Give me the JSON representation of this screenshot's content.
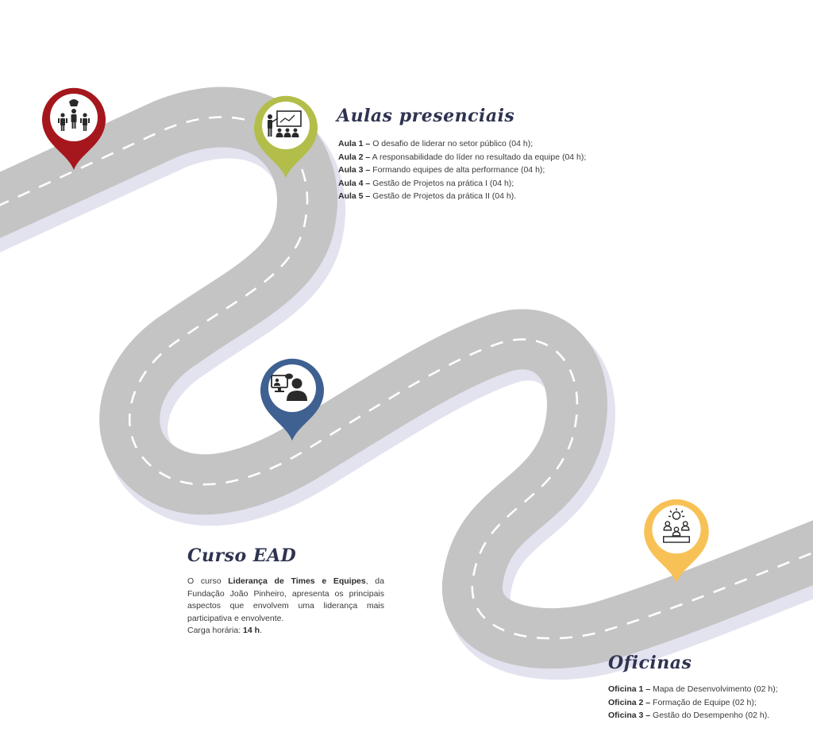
{
  "aulas": {
    "title": "Aulas presenciais",
    "items": [
      {
        "label": "Aula 1 –",
        "text": " O desafio de liderar no setor público (04 h);"
      },
      {
        "label": "Aula 2 –",
        "text": " A responsabilidade do líder no resultado da equipe (04 h);"
      },
      {
        "label": "Aula 3 –",
        "text": " Formando equipes de alta performance (04 h);"
      },
      {
        "label": "Aula 4 –",
        "text": " Gestão de Projetos na prática I (04 h);"
      },
      {
        "label": "Aula 5 –",
        "text": " Gestão de Projetos da prática II (04 h)."
      }
    ]
  },
  "ead": {
    "title": "Curso EAD",
    "p1": "O curso ",
    "course": "Liderança de Times e Equipes",
    "p2": ", da Fundação João Pinheiro, apresenta os principais aspectos que envolvem uma liderança mais participativa e envolvente.",
    "load_label": "Carga horária: ",
    "load_value": "14 h",
    "load_end": "."
  },
  "oficinas": {
    "title": "Oficinas",
    "items": [
      {
        "label": "Oficina 1 –",
        "text": " Mapa de Desenvolvimento (02 h);"
      },
      {
        "label": "Oficina 2 –",
        "text": " Formação de Equipe (02 h);"
      },
      {
        "label": "Oficina 3 –",
        "text": " Gestão do Desempenho (02 h)."
      }
    ]
  },
  "pins": {
    "leader": {
      "color": "#a5171d",
      "icon": "leader-team-icon"
    },
    "classroom": {
      "color": "#b3be4a",
      "icon": "classroom-presentation-icon"
    },
    "ead": {
      "color": "#3f6191",
      "icon": "online-learning-icon"
    },
    "workshop": {
      "color": "#f8c156",
      "icon": "idea-team-icon"
    }
  },
  "road": {
    "color": "#c4c4c4",
    "shadow": "#e3e2ef",
    "dash": "#ffffff"
  }
}
